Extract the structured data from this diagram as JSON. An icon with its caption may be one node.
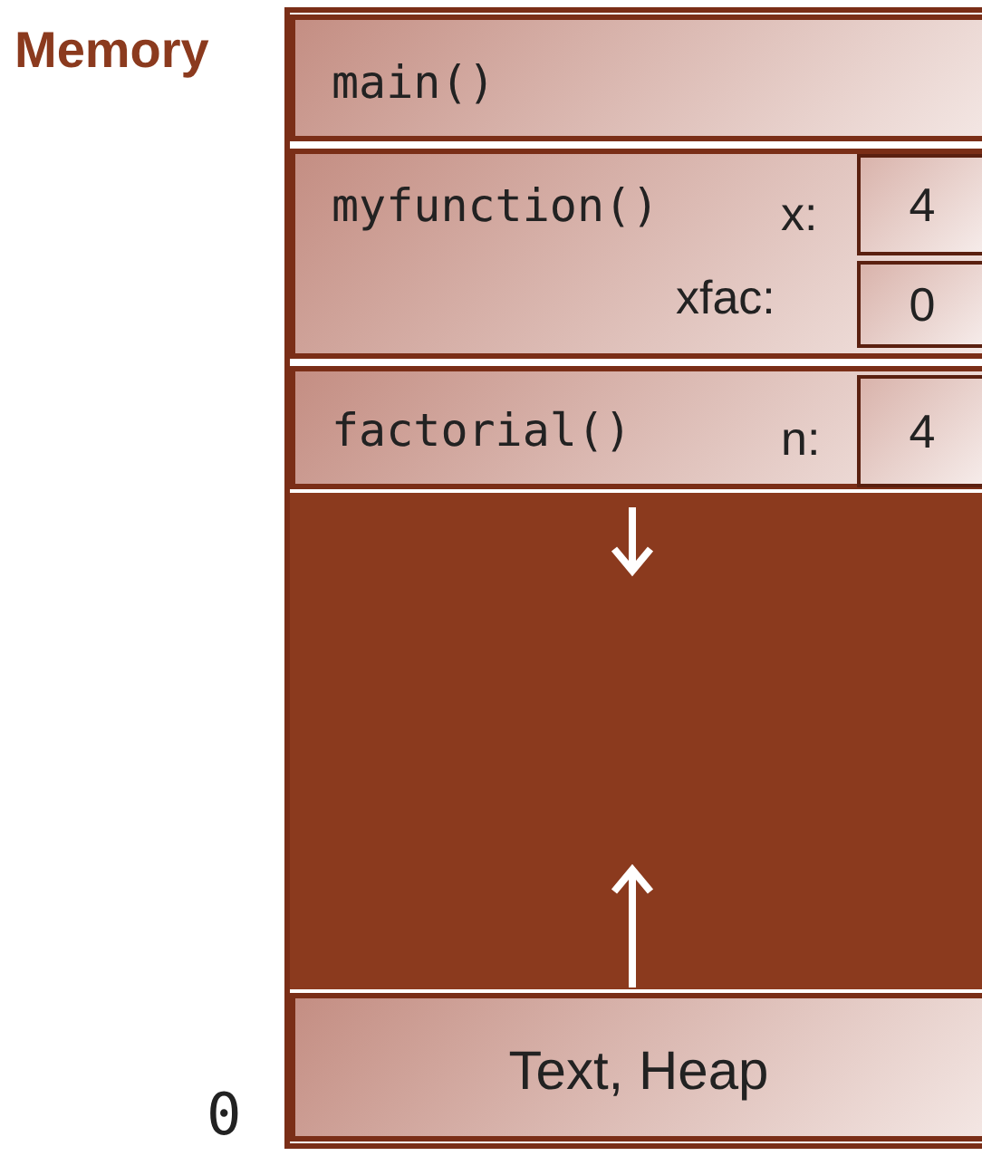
{
  "diagram": {
    "nodes": [
      {
        "text": [
          "main()"
        ]
      },
      {
        "text": [
          "myfunction()",
          "x:",
          "xfac:"
        ]
      },
      {
        "text": [
          "4"
        ],
        "in": 1
      },
      {
        "text": [
          "0"
        ],
        "in": 1
      },
      {
        "text": [
          "factorial()",
          "n:"
        ]
      },
      {
        "text": [
          "4"
        ],
        "in": 4
      },
      {
        "text": [],
        "shape": "box"
      },
      {
        "text": [
          "Text, Heap"
        ]
      }
    ],
    "labels": [
      "Memory",
      "0"
    ]
  }
}
